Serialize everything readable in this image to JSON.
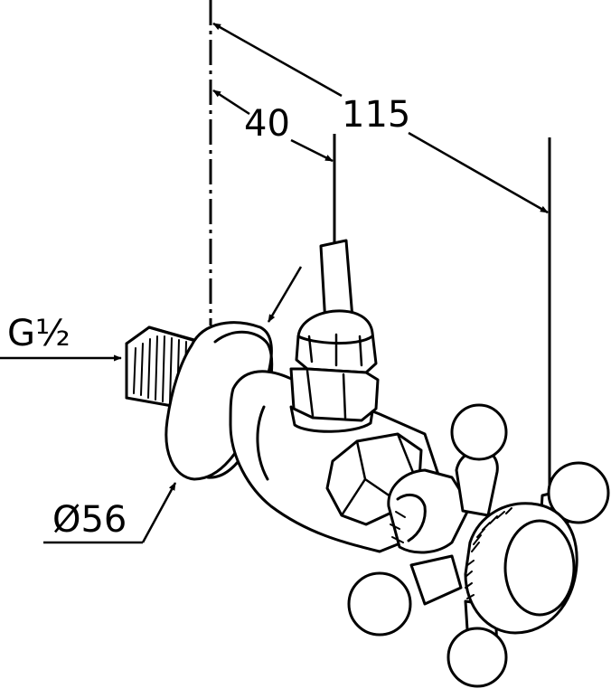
{
  "dimensions": {
    "offset_40": "40",
    "overall_115": "115",
    "thread": "G½",
    "flange_diameter": "Ø56"
  },
  "colors": {
    "ink": "#000000",
    "paper": "#ffffff"
  }
}
